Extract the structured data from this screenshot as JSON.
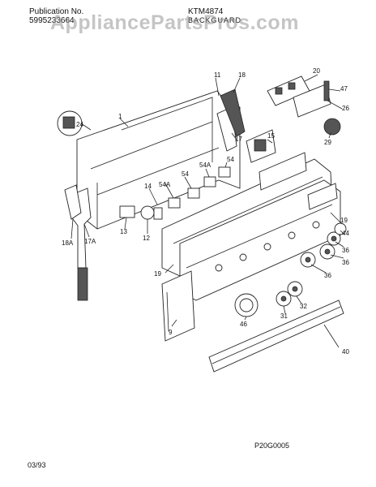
{
  "header": {
    "publication_label": "Publication No.",
    "publication_number": "5995233664",
    "model": "KTM4874",
    "section": "BACKGUARD"
  },
  "watermark": "AppliancePartsPros.com",
  "figure_code": "P20G0005",
  "date": "03/93",
  "callouts": [
    "1",
    "9",
    "11",
    "12",
    "13",
    "14",
    "15",
    "17",
    "17A",
    "18",
    "18A",
    "19",
    "19",
    "20",
    "24",
    "26",
    "29",
    "31",
    "32",
    "36",
    "36",
    "36",
    "40",
    "44",
    "46",
    "47",
    "54",
    "54",
    "54A",
    "54A"
  ]
}
